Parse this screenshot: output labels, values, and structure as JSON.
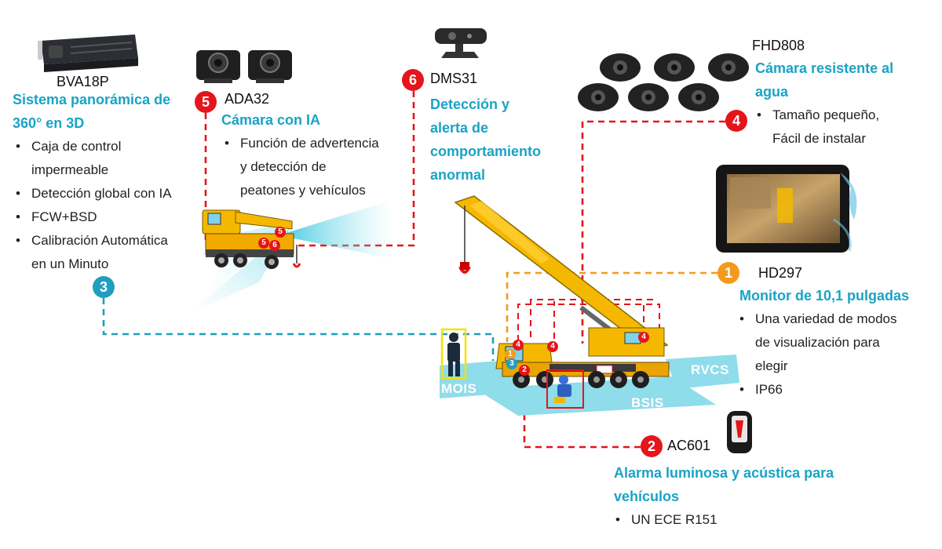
{
  "colors": {
    "red": "#e4151b",
    "orange": "#f39a1e",
    "teal": "#1f9ebf",
    "heading": "#1aa3c4",
    "zone": "#8fdcea",
    "yellow_crane": "#f5b800"
  },
  "devices": {
    "bva18p": {
      "model": "BVA18P",
      "heading_lines": [
        "Sistema panorámica de",
        "360° en 3D"
      ],
      "bullets": [
        "Caja de control",
        "impermeable",
        "Detección global con IA",
        "FCW+BSD",
        "Calibración Automática",
        "en un Minuto"
      ],
      "badge": "3",
      "icon": "dvr-box-icon"
    },
    "ada32": {
      "model": "ADA32",
      "heading": "Cámara con IA",
      "bullets": [
        "Función de advertencia",
        "y detección de",
        "peatones y vehículos"
      ],
      "badge": "5",
      "icon": "ai-camera-icon"
    },
    "dms31": {
      "model": "DMS31",
      "heading_lines": [
        "Detección y",
        "alerta de",
        "comportamiento",
        "anormal"
      ],
      "badge": "6",
      "icon": "dms-camera-icon"
    },
    "fhd808": {
      "model": "FHD808",
      "heading_lines": [
        "Cámara resistente al",
        "agua"
      ],
      "bullets": [
        "Tamaño pequeño,",
        "Fácil de instalar"
      ],
      "badge": "4",
      "icon": "mini-camera-icon"
    },
    "hd297": {
      "model": "HD297",
      "heading": "Monitor de 10,1 pulgadas",
      "bullets": [
        "Una variedad de modos",
        "de visualización para",
        "elegir",
        "IP66"
      ],
      "badge": "1",
      "icon": "monitor-icon"
    },
    "ac601": {
      "model": "AC601",
      "heading_lines": [
        "Alarma luminosa y acústica para",
        "vehículos"
      ],
      "bullets": [
        "UN ECE R151"
      ],
      "badge": "2",
      "icon": "alarm-light-icon"
    }
  },
  "zones": {
    "mois": "MOIS",
    "bsis": "BSIS",
    "rvcs": "RVCS"
  },
  "crane_markers": [
    "4",
    "4",
    "4",
    "1",
    "3",
    "2",
    "5",
    "5",
    "6"
  ]
}
